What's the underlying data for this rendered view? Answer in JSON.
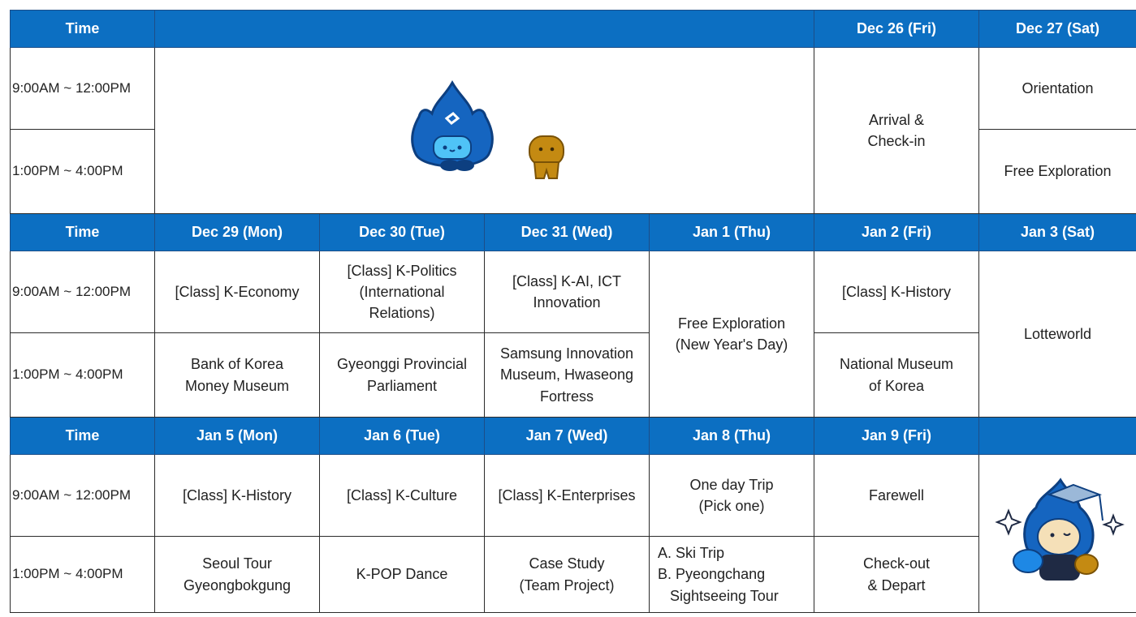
{
  "colors": {
    "header_bg": "#0c6fc2",
    "header_text": "#ffffff",
    "border": "#2b2b2b",
    "mascot_blue": "#1565c0",
    "mascot_brown": "#b8860b"
  },
  "time_label": "Time",
  "slots": {
    "am": "9:00AM ~ 12:00PM",
    "pm": "1:00PM ~ 4:00PM"
  },
  "week1": {
    "days": [
      "Dec 26 (Fri)",
      "Dec 27 (Sat)"
    ],
    "dec26": "Arrival &\nCheck-in",
    "dec27_am": "Orientation",
    "dec27_pm": "Free Exploration"
  },
  "week2": {
    "days": [
      "Dec 29 (Mon)",
      "Dec 30 (Tue)",
      "Dec 31 (Wed)",
      "Jan 1 (Thu)",
      "Jan 2 (Fri)",
      "Jan 3 (Sat)"
    ],
    "am": [
      "[Class] K-Economy",
      "[Class] K-Politics\n(International\nRelations)",
      "[Class] K-AI, ICT\nInnovation",
      "[Class] K-History"
    ],
    "pm": [
      "Bank of Korea\nMoney Museum",
      "Gyeonggi Provincial\nParliament",
      "Samsung Innovation\nMuseum, Hwaseong\nFortress",
      "National Museum\nof Korea"
    ],
    "jan1": "Free Exploration\n(New Year's Day)",
    "jan3": "Lotteworld"
  },
  "week3": {
    "days": [
      "Jan 5 (Mon)",
      "Jan 6 (Tue)",
      "Jan 7 (Wed)",
      "Jan 8 (Thu)",
      "Jan 9 (Fri)"
    ],
    "am": [
      "[Class] K-History",
      "[Class] K-Culture",
      "[Class] K-Enterprises"
    ],
    "pm": [
      "Seoul Tour\nGyeongbokgung",
      "K-POP Dance",
      "Case Study\n(Team Project)"
    ],
    "jan8_am": "One day Trip\n(Pick one)",
    "jan8_pm": "A. Ski Trip\nB. Pyeongchang\n   Sightseeing Tour",
    "jan9_am": "Farewell",
    "jan9_pm": "Check-out\n& Depart"
  },
  "icons": {
    "mascot_blue": "blue-flame-mascot-icon",
    "mascot_small": "brown-mascot-icon",
    "mascot_grad": "graduate-mascot-icon"
  }
}
